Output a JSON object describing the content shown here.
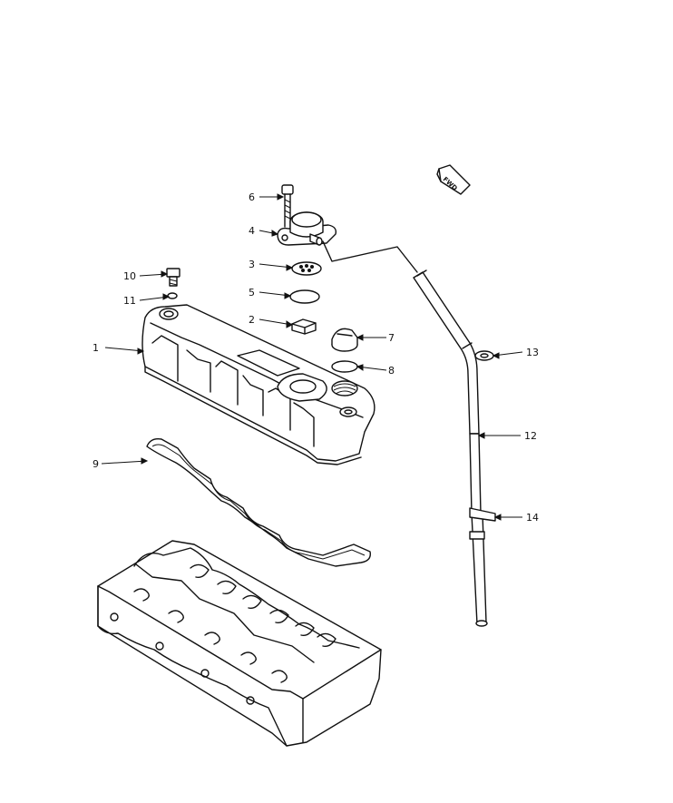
{
  "direction_badge": "FWD",
  "callouts": [
    {
      "id": "1"
    },
    {
      "id": "2"
    },
    {
      "id": "3"
    },
    {
      "id": "4"
    },
    {
      "id": "5"
    },
    {
      "id": "6"
    },
    {
      "id": "7"
    },
    {
      "id": "8"
    },
    {
      "id": "9"
    },
    {
      "id": "10"
    },
    {
      "id": "11"
    },
    {
      "id": "12"
    },
    {
      "id": "13"
    },
    {
      "id": "14"
    }
  ]
}
